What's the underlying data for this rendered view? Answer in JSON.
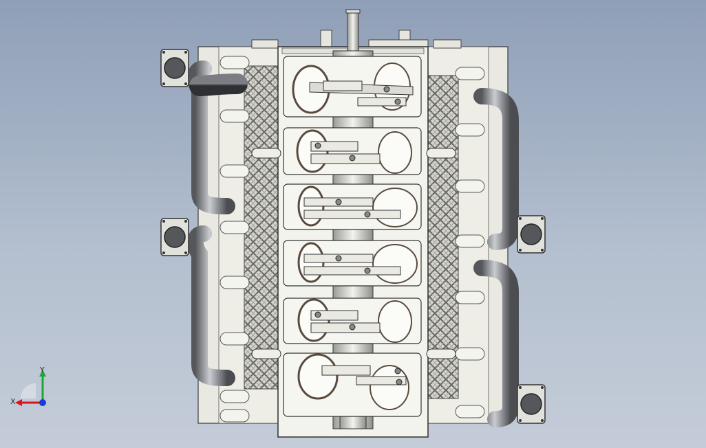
{
  "viewport": {
    "background_top": "#8f9fb7",
    "background_bottom": "#c4ccd8",
    "model": "engine-block-assembly",
    "cylinders": 12,
    "crank_throws": 6
  },
  "colors": {
    "block_face": "#eeeee7",
    "block_edge": "#3a3a3a",
    "lattice": "#b9b9b2",
    "bore_dark": "#5a4a3e",
    "runner_tube": "#5f6064",
    "exhaust_pipe": "#909398",
    "triad_x": "#d9141a",
    "triad_y": "#1aa834",
    "triad_z": "#1a3ad9"
  },
  "triad": {
    "x_label": "X",
    "y_label": "Y",
    "x_color": "#d9141a",
    "y_color": "#1aa834",
    "z_color": "#1a3ad9"
  }
}
